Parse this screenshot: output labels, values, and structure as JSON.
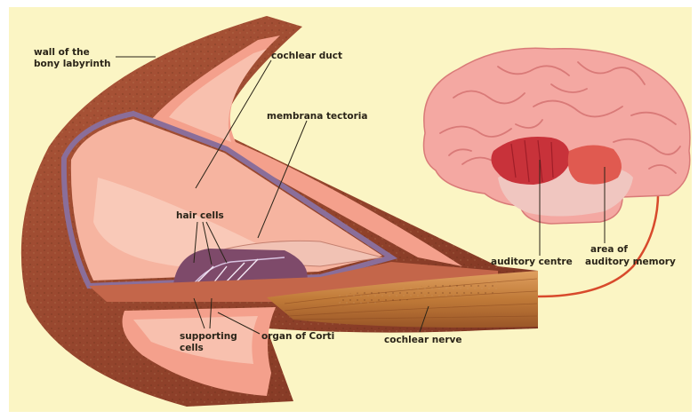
{
  "labels": {
    "wall_line1": "wall of the",
    "wall_line2": "bony labyrinth",
    "cochlear_duct": "cochlear duct",
    "membrana_tectoria": "membrana tectoria",
    "hair_cells": "hair cells",
    "supporting_line1": "supporting",
    "supporting_line2": "cells",
    "organ_of_corti": "organ of Corti",
    "cochlear_nerve": "cochlear nerve",
    "auditory_centre": "auditory centre",
    "memory_line1": "area of",
    "memory_line2": "auditory memory"
  },
  "colors": {
    "background": "#fbf5c4",
    "bone": "#9c4a2c",
    "bone_dark": "#6e2c18",
    "chamber": "#f4a08c",
    "chamber_light": "#f8c0ae",
    "duct_membrane": "#8a6e9a",
    "nerve": "#c9843e",
    "brain": "#f4a8a2",
    "brain_fold": "#d97a78",
    "auditory_centre": "#c8323a",
    "auditory_memory": "#e05a50",
    "nerve_link": "#d84a2c"
  }
}
